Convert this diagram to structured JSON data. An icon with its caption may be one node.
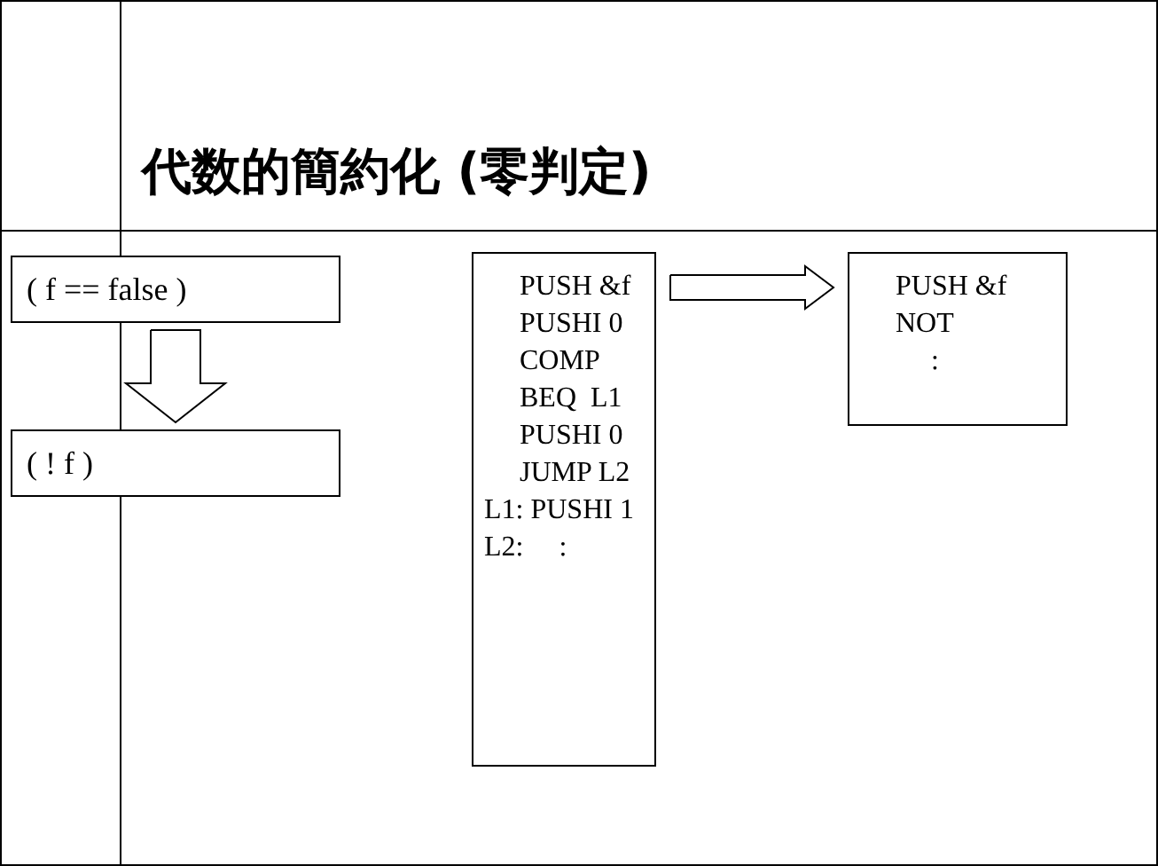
{
  "diagram": {
    "title": "代数的簡約化 (零判定)",
    "nodes": [
      {
        "text": [
          "( f == false )"
        ]
      },
      {
        "text": [
          "( ! f )"
        ]
      },
      {
        "text": [
          "PUSH &f",
          "PUSHI 0",
          "COMP",
          "BEQ  L1",
          "PUSHI 0",
          "JUMP L2",
          "L1: PUSHI 1",
          "L2:     :"
        ]
      },
      {
        "text": [
          "PUSH &f",
          "NOT",
          ":"
        ]
      }
    ],
    "edges": [
      {
        "from": 0,
        "to": 1,
        "arrow": "to"
      },
      {
        "from": 2,
        "to": 3,
        "arrow": "to"
      }
    ]
  }
}
